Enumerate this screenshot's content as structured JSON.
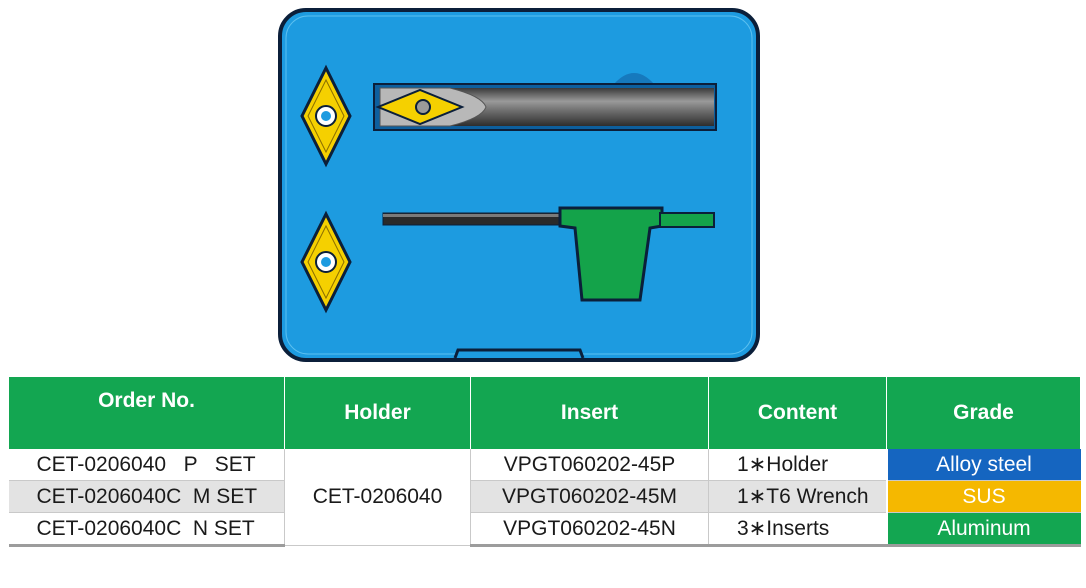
{
  "colors": {
    "case_blue": "#1d9be0",
    "case_border": "#0b1f3a",
    "insert_yellow": "#f5d000",
    "wrench_green": "#14a34a",
    "header_green": "#13a651",
    "grade_alloy_steel": "#1565c0",
    "grade_sus": "#f5b800",
    "grade_aluminum": "#13a651"
  },
  "illustration": {
    "icons": [
      "case-icon",
      "insert-icon",
      "holder-icon",
      "wrench-icon"
    ]
  },
  "table": {
    "headers": {
      "order_no": "Order  No.",
      "holder": "Holder",
      "insert": "Insert",
      "content": "Content",
      "grade": "Grade"
    },
    "holder_value": "CET-0206040",
    "rows": [
      {
        "order_no": "CET-0206040   P   SET",
        "insert": "VPGT060202-45P",
        "content": "1∗Holder",
        "grade": "Alloy steel"
      },
      {
        "order_no": "CET-0206040C  M SET",
        "insert": "VPGT060202-45M",
        "content": "1∗T6 Wrench",
        "grade": "SUS"
      },
      {
        "order_no": "CET-0206040C  N SET",
        "insert": "VPGT060202-45N",
        "content": "3∗Inserts",
        "grade": "Aluminum"
      }
    ]
  }
}
